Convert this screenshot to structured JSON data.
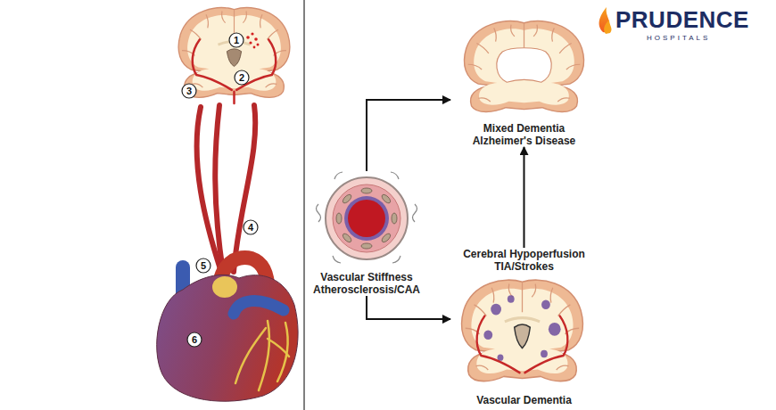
{
  "diagram": {
    "nodes": [
      {
        "text": [
          "Vascular Stiffness Atherosclerosis/CAA"
        ]
      },
      {
        "text": [
          "Mixed Dementia Alzheimer's Disease"
        ]
      },
      {
        "text": [
          "Cerebral Hypoperfusion TIA/Strokes",
          "Vascular Dementia"
        ]
      }
    ],
    "edges": [
      {
        "from": 0,
        "to": 1,
        "arrow": "to"
      },
      {
        "from": 0,
        "to": 2,
        "arrow": "to"
      },
      {
        "from": 2,
        "to": 1,
        "arrow": "to"
      }
    ],
    "labels": [
      "1",
      "2",
      "3",
      "4",
      "5",
      "6",
      "PRUDENCE",
      "HOSPITALS"
    ]
  }
}
